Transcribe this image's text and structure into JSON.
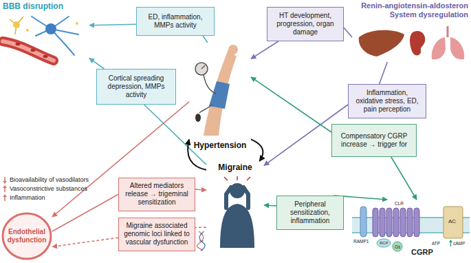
{
  "diagram": {
    "nodes": [
      {
        "text": [
          "BBB disruption"
        ]
      },
      {
        "text": [
          "ED, inflammation, MMPs activity"
        ]
      },
      {
        "text": [
          "HT development, progression, organ damage"
        ]
      },
      {
        "text": [
          "Renin-angiotensin-aldosteron System dysregulation"
        ]
      },
      {
        "text": [
          "Cortical spreading depression, MMPs activity"
        ]
      },
      {
        "text": [
          "Inflammation, oxidative stress, ED, pain perception"
        ]
      },
      {
        "text": [
          "Hypertension"
        ]
      },
      {
        "text": [
          "Compensatory CGRP increase → trigger for"
        ]
      },
      {
        "text": [
          "Migraine"
        ]
      },
      {
        "text": [
          "Altered mediators release → trigeminal sensitization"
        ]
      },
      {
        "text": [
          "Peripheral sensitization, inflammation"
        ]
      },
      {
        "text": [
          "Endothelial dysfunction"
        ]
      },
      {
        "text": [
          "Migraine associated genomic loci linked to vascular dysfunction"
        ]
      },
      {
        "text": [
          "CGRP"
        ]
      }
    ],
    "edges": [
      {
        "from": 6,
        "to": 1,
        "arrow": "none"
      },
      {
        "from": 1,
        "to": 0,
        "arrow": "to"
      },
      {
        "from": 8,
        "to": 4,
        "arrow": "none"
      },
      {
        "from": 4,
        "to": 0,
        "arrow": "to"
      },
      {
        "from": 3,
        "to": 2,
        "arrow": "none"
      },
      {
        "from": 2,
        "to": 6,
        "arrow": "to"
      },
      {
        "from": 3,
        "to": 5,
        "arrow": "none"
      },
      {
        "from": 5,
        "to": 8,
        "arrow": "to"
      },
      {
        "from": 7,
        "to": 6,
        "arrow": "to"
      },
      {
        "from": 7,
        "to": 13,
        "arrow": "to"
      },
      {
        "from": 10,
        "to": 8,
        "arrow": "to"
      },
      {
        "from": 10,
        "to": 13,
        "arrow": "to"
      },
      {
        "from": 6,
        "to": 11,
        "arrow": "to"
      },
      {
        "from": 11,
        "to": 9,
        "arrow": "none"
      },
      {
        "from": 9,
        "to": 8,
        "arrow": "to"
      },
      {
        "from": 8,
        "to": 12,
        "arrow": "none"
      },
      {
        "from": 12,
        "to": 11,
        "arrow": "to"
      },
      {
        "from": 6,
        "to": 8,
        "arrow": "to"
      },
      {
        "from": 8,
        "to": 6,
        "arrow": "to"
      }
    ],
    "labels": [
      "Bioavailability of vasodilators",
      "Vasoconstrictive substances",
      "Inflammation",
      "RAMP1",
      "CLR",
      "RCP",
      "Gs",
      "AC",
      "ATP",
      "cAMP"
    ]
  }
}
